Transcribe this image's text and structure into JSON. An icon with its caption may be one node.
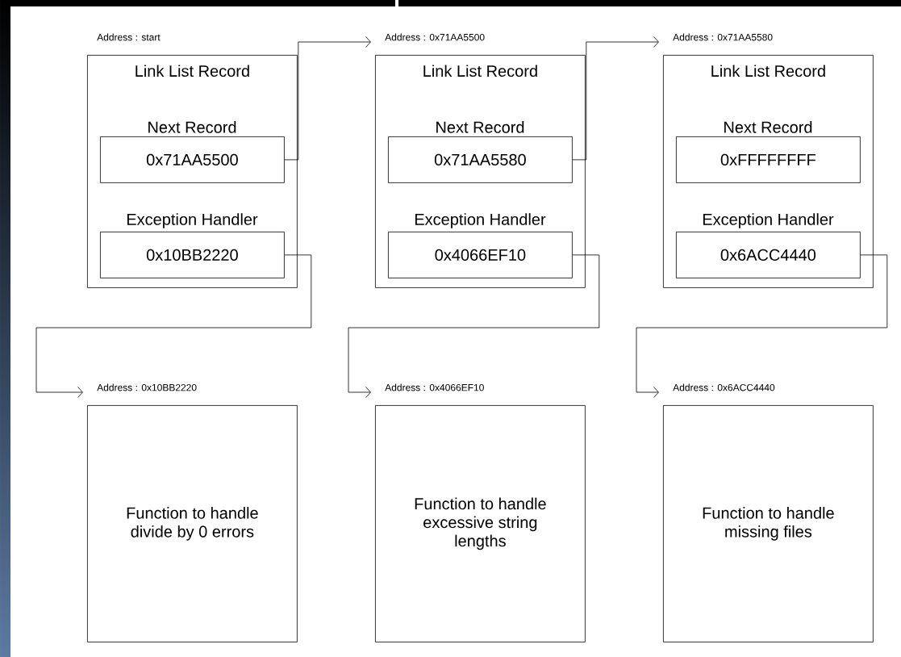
{
  "diagram": {
    "nodes": [
      {
        "text": [
          "Link List Record"
        ],
        "beside": [
          "Address : start"
        ]
      },
      {
        "text": [
          "Next Record",
          "0x71AA5500"
        ],
        "in": 0
      },
      {
        "text": [
          "Exception Handler",
          "0x10BB2220"
        ],
        "in": 0
      },
      {
        "text": [
          "Link List Record"
        ],
        "beside": [
          "Address : 0x71AA5500"
        ]
      },
      {
        "text": [
          "Next Record",
          "0x71AA5580"
        ],
        "in": 3
      },
      {
        "text": [
          "Exception Handler",
          "0x4066EF10"
        ],
        "in": 3
      },
      {
        "text": [
          "Link List Record"
        ],
        "beside": [
          "Address : 0x71AA5580"
        ]
      },
      {
        "text": [
          "Next Record",
          "0xFFFFFFFF"
        ],
        "in": 6
      },
      {
        "text": [
          "Exception Handler",
          "0x6ACC4440"
        ],
        "in": 6
      },
      {
        "text": [
          "Function to handle divide by 0 errors"
        ],
        "beside": [
          "Address : 0x10BB2220"
        ]
      },
      {
        "text": [
          "Function to handle excessive string lengths"
        ],
        "beside": [
          "Address : 0x4066EF10"
        ]
      },
      {
        "text": [
          "Function to handle missing files"
        ],
        "beside": [
          "Address : 0x6ACC4440"
        ]
      }
    ],
    "edges": [
      {
        "from": 1,
        "to": 3,
        "arrow": "to"
      },
      {
        "from": 4,
        "to": 6,
        "arrow": "to"
      },
      {
        "from": 2,
        "to": 9,
        "arrow": "to"
      },
      {
        "from": 5,
        "to": 10,
        "arrow": "to"
      },
      {
        "from": 8,
        "to": 11,
        "arrow": "to"
      }
    ]
  }
}
